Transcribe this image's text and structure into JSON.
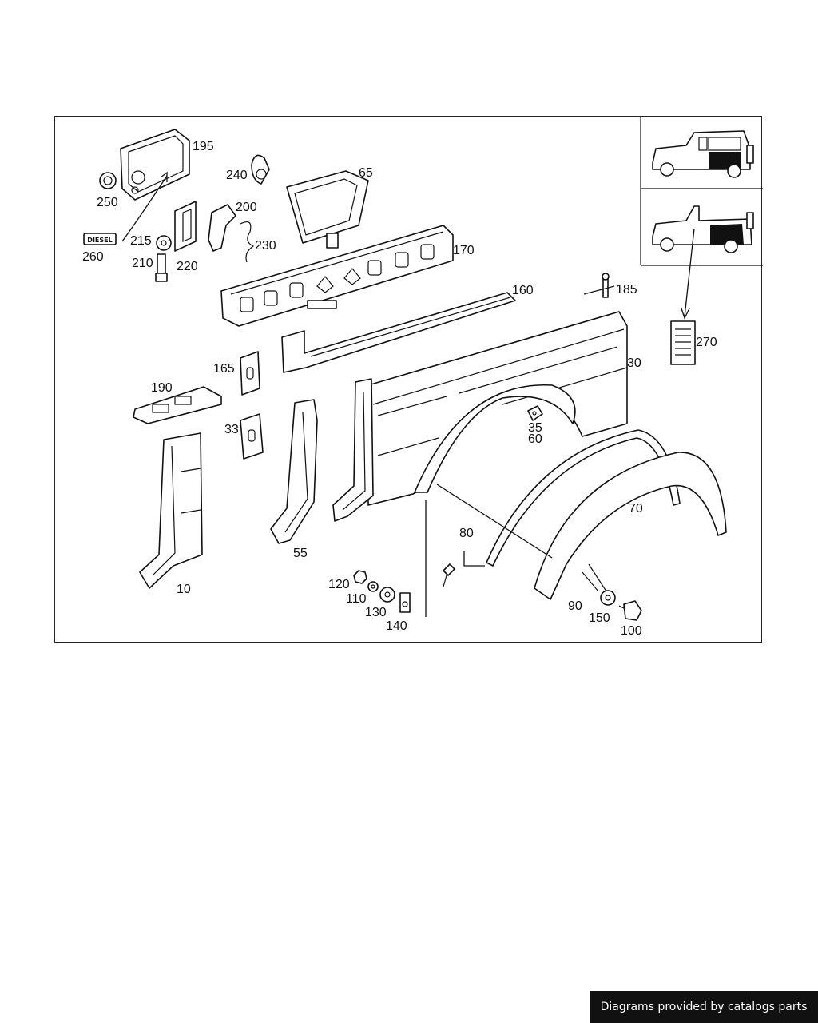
{
  "diagram": {
    "part_labels": {
      "p195": "195",
      "p250": "250",
      "p240": "240",
      "p65": "65",
      "p200": "200",
      "p230": "230",
      "p215": "215",
      "p210": "210",
      "p220": "220",
      "p260": "260",
      "p170": "170",
      "p160": "160",
      "p185": "185",
      "p270": "270",
      "p30": "30",
      "p165": "165",
      "p190": "190",
      "p33": "33",
      "p35": "35",
      "p60": "60",
      "p70": "70",
      "p80": "80",
      "p10": "10",
      "p55": "55",
      "p120": "120",
      "p110": "110",
      "p130": "130",
      "p140": "140",
      "p90": "90",
      "p150": "150",
      "p100": "100"
    },
    "diesel_label": "DIESEL"
  },
  "footer": {
    "credit": "Diagrams provided by catalogs parts"
  },
  "colors": {
    "line": "#111111",
    "banner_bg": "#111111",
    "banner_text": "#ffffff"
  }
}
